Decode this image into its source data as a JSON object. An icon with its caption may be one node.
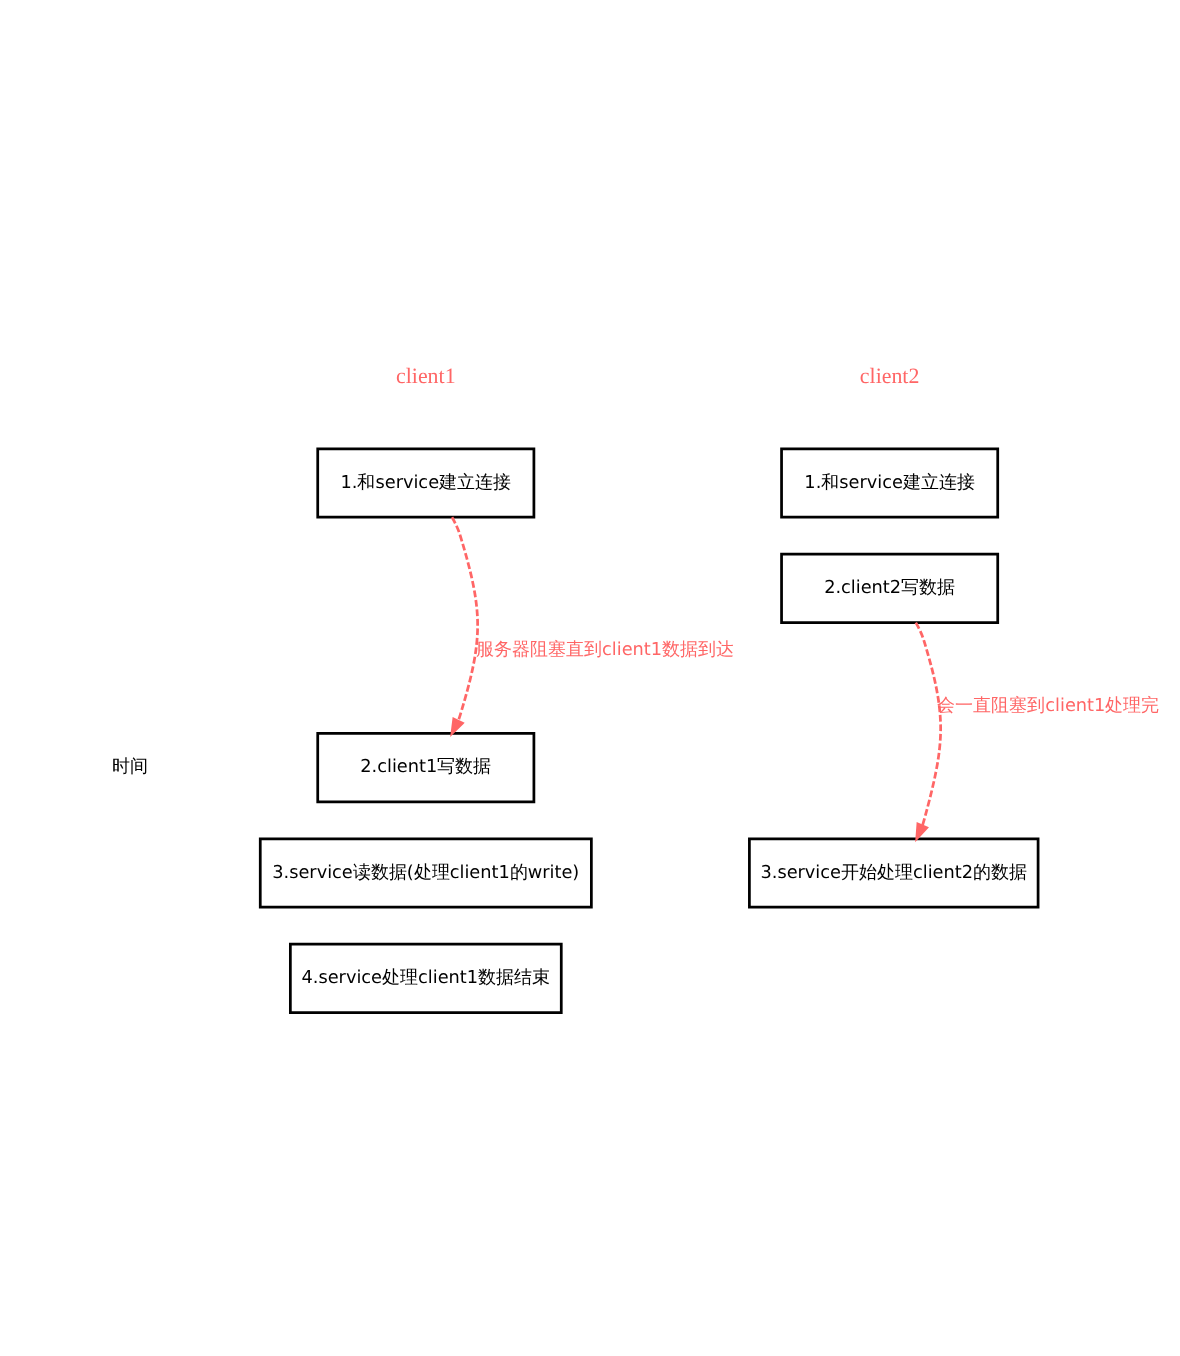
{
  "diagram": {
    "nodes": [
      {
        "text": [
          "1.和service建立连接"
        ]
      },
      {
        "text": [
          "2.client1写数据"
        ]
      },
      {
        "text": [
          "3.service读数据(处理client1的write)"
        ]
      },
      {
        "text": [
          "4.service处理client1数据结束"
        ]
      },
      {
        "text": [
          "1.和service建立连接"
        ]
      },
      {
        "text": [
          "2.client2写数据"
        ]
      },
      {
        "text": [
          "3.service开始处理client2的数据"
        ]
      }
    ],
    "edges": [
      {
        "from": 0,
        "to": 1,
        "arrow": "to",
        "label": "服务器阻塞直到client1数据到达",
        "style": "dashed",
        "color": "#ff6666"
      },
      {
        "from": 5,
        "to": 6,
        "arrow": "to",
        "label": "会一直阻塞到client1处理完",
        "style": "dashed",
        "color": "#ff6666"
      }
    ],
    "labels": [
      "client1",
      "client2",
      "时间"
    ]
  }
}
